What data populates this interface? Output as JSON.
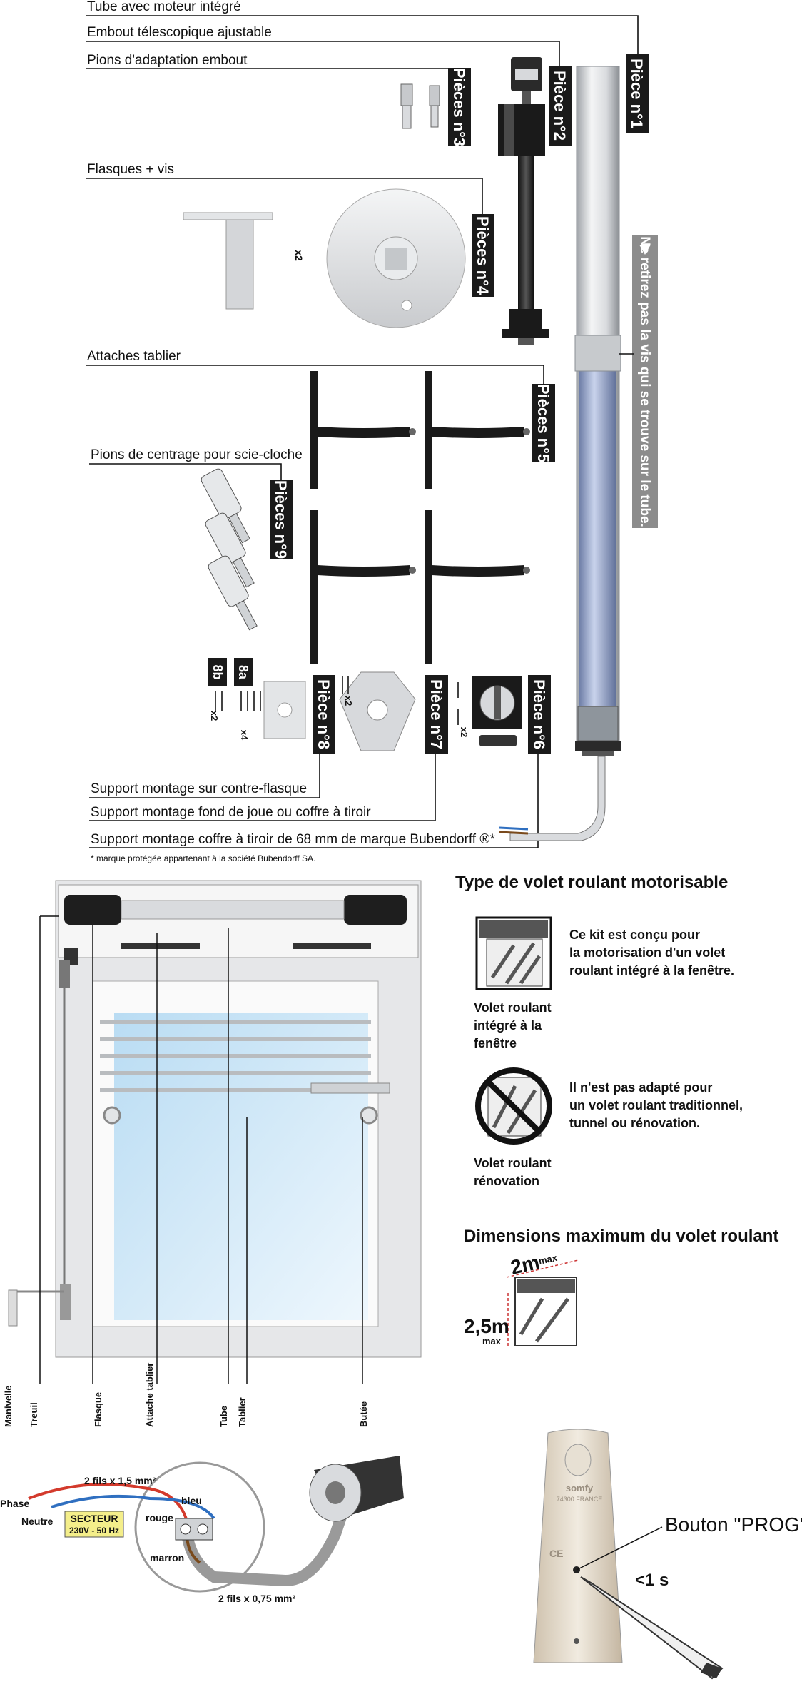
{
  "parts": {
    "p1": {
      "label": "Tube avec moteur intégré",
      "badge": "Pièce n°1"
    },
    "p2": {
      "label": "Embout télescopique ajustable",
      "badge": "Pièce n°2"
    },
    "p3": {
      "label": "Pions d'adaptation embout",
      "badge": "Pièces n°3"
    },
    "p4": {
      "label": "Flasques + vis",
      "badge": "Pièces n°4",
      "qty": "x2"
    },
    "p5": {
      "label": "Attaches tablier",
      "badge": "Pièces n°5"
    },
    "p9": {
      "label": "Pions de centrage pour scie-cloche",
      "badge": "Pièces n°9"
    },
    "p8": {
      "label": "Support montage sur contre-flasque",
      "badge": "Pièce n°8",
      "sub_a": "8a",
      "sub_b": "8b",
      "qty_a": "x4",
      "qty_b": "x2"
    },
    "p7": {
      "label": "Support montage fond de joue ou coffre à tiroir",
      "badge": "Pièce n°7",
      "qty": "x2"
    },
    "p6": {
      "label": "Support montage coffre à tiroir de 68 mm de marque Bubendorff ®*",
      "badge": "Pièce n°6",
      "qty": "x2"
    }
  },
  "footnote": "* marque protégée appartenant à la société Bubendorff SA.",
  "warning": "Ne retirez pas la vis qui se trouve sur le tube.",
  "type_section": {
    "title": "Type de volet roulant motorisable",
    "ok_caption": [
      "Volet roulant",
      "intégré à la",
      "fenêtre"
    ],
    "ok_text": [
      "Ce kit est conçu pour",
      "la motorisation d'un volet",
      "roulant intégré à la fenêtre."
    ],
    "no_caption": [
      "Volet roulant",
      "rénovation"
    ],
    "no_text": [
      "Il n'est pas adapté pour",
      "un volet roulant traditionnel,",
      "tunnel ou rénovation."
    ]
  },
  "dimensions": {
    "title": "Dimensions maximum du volet roulant",
    "width": "2m",
    "width_sup": "max",
    "height": "2,5m",
    "height_sub": "max"
  },
  "window_labels": [
    "Manivelle",
    "Treuil",
    "Flasque",
    "Attache tablier",
    "Tube",
    "Tablier",
    "Butée"
  ],
  "wiring": {
    "wires_top": "2 fils x 1,5 mm²",
    "wires_bottom": "2 fils x 0,75 mm²",
    "phase": "Phase",
    "neutre": "Neutre",
    "secteur": "SECTEUR",
    "secteur_spec": "230V - 50 Hz",
    "bleu": "bleu",
    "rouge": "rouge",
    "marron": "marron"
  },
  "remote": {
    "brand": "somfy",
    "brand_sub": "74300 FRANCE",
    "ce": "CE",
    "prog_label": "Bouton \"PROG\"",
    "press_time": "<1 s"
  },
  "colors": {
    "badge": "#1a1a1a",
    "wire_red": "#d33a2c",
    "wire_blue": "#2f6fc0",
    "wire_brown": "#7a4a1c",
    "secteur_bg": "#f4ee8a",
    "glass": "#cfe8f7"
  }
}
